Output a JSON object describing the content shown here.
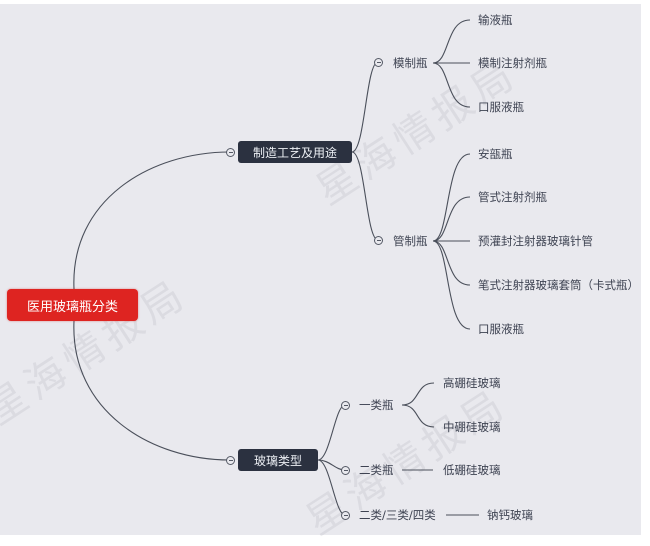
{
  "title": "医用玻璃瓶分类",
  "watermark": "星海情报局",
  "colors": {
    "root_bg": "#de2421",
    "main_bg": "#2b3140",
    "canvas_bg": "#e9e9ee",
    "text": "#3e4352",
    "line": "#4a4f5a"
  },
  "root": {
    "label": "医用玻璃瓶分类"
  },
  "branches": [
    {
      "label": "制造工艺及用途",
      "children": [
        {
          "label": "模制瓶",
          "children": [
            "输液瓶",
            "模制注射剂瓶",
            "口服液瓶"
          ]
        },
        {
          "label": "管制瓶",
          "children": [
            "安瓿瓶",
            "管式注射剂瓶",
            "预灌封注射器玻璃针管",
            "笔式注射器玻璃套筒（卡式瓶）",
            "口服液瓶"
          ]
        }
      ]
    },
    {
      "label": "玻璃类型",
      "children": [
        {
          "label": "一类瓶",
          "children": [
            "高硼硅玻璃",
            "中硼硅玻璃"
          ]
        },
        {
          "label": "二类瓶",
          "children": [
            "低硼硅玻璃"
          ]
        },
        {
          "label": "二类/三类/四类",
          "children": [
            "钠钙玻璃"
          ]
        }
      ]
    }
  ]
}
